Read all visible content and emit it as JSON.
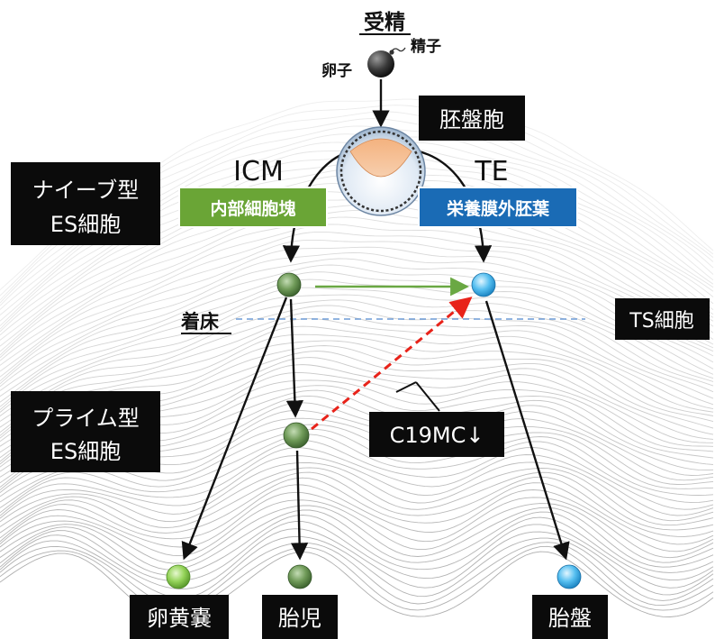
{
  "title": "受精",
  "labels": {
    "sperm": "精子",
    "egg": "卵子",
    "blastocyst": "胚盤胞",
    "icm": "ICM",
    "icm_jp": "内部細胞塊",
    "te": "TE",
    "te_jp": "栄養膜外胚葉",
    "naive_es": [
      "ナイーブ型",
      "ES細胞"
    ],
    "implantation": "着床",
    "ts_cell": "TS細胞",
    "primed_es": [
      "プライム型",
      "ES細胞"
    ],
    "inhibitor": "C19MC↓",
    "yolk_sac": "卵黄嚢",
    "fetus": "胎児",
    "placenta": "胎盤"
  },
  "colors": {
    "label_bg": "#0b0b0b",
    "icm_box": "#6aa536",
    "te_box": "#1a6bb5",
    "green_arrow": "#6aa843",
    "red_arrow": "#e8231a",
    "dashed_line": "#6d9bd6",
    "cell_green": "#5f8a4a",
    "cell_light_green": "#8fd14f",
    "cell_blue": "#4fb8e8"
  }
}
